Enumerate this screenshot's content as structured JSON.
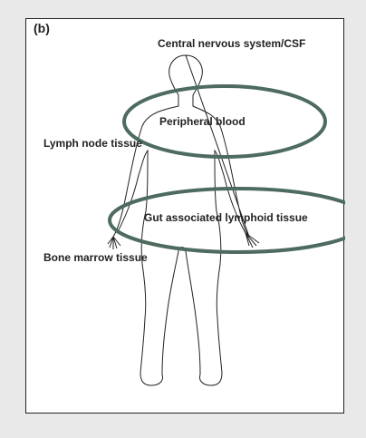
{
  "panel_letter": "(b)",
  "labels": {
    "cns": "Central nervous system/CSF",
    "peripheral_blood": "Peripheral blood",
    "lymph_node": "Lymph node tissue",
    "gut": "Gut associated lymphoid tissue",
    "bone_marrow": "Bone marrow tissue"
  },
  "colors": {
    "highlight_ellipse": "#4d6b5e",
    "outline": "#222222"
  }
}
